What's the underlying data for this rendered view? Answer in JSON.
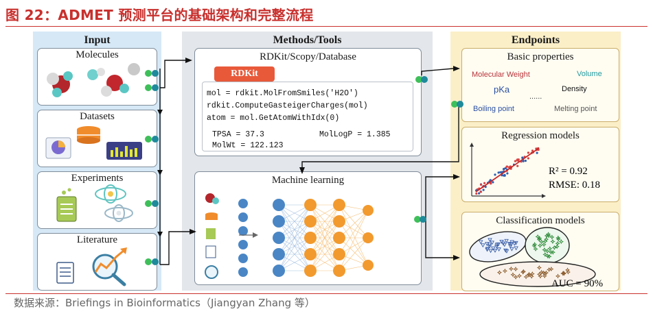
{
  "figure": {
    "title": "图 22：ADMET 预测平台的基础架构和完整流程",
    "source": "数据来源：Briefings in Bioinformatics（Jiangyan Zhang 等）"
  },
  "input": {
    "header": "Input",
    "panels": [
      {
        "label": "Molecules"
      },
      {
        "label": "Datasets"
      },
      {
        "label": "Experiments"
      },
      {
        "label": "Literature"
      }
    ]
  },
  "methods": {
    "header": "Methods/Tools",
    "rdkit_panel": {
      "title": "RDKit/Scopy/Database",
      "badge": "RDKit",
      "code": [
        "mol = rdkit.MolFromSmiles('H2O')",
        "rdkit.ComputeGasteigerCharges(mol)",
        "atom = mol.GetAtomWithIdx(0)"
      ],
      "metrics": {
        "tpsa": "TPSA = 37.3",
        "mollogp": "MolLogP = 1.385",
        "molwt": "MolWt = 122.123"
      }
    },
    "ml_panel": {
      "title": "Machine learning"
    }
  },
  "endpoints": {
    "header": "Endpoints",
    "basic": {
      "title": "Basic properties",
      "items": [
        "Molecular Weight",
        "Volume",
        "pKa",
        "Density",
        "......",
        "Boiling point",
        "Melting point"
      ]
    },
    "regression": {
      "title": "Regression models",
      "r2": "R² = 0.92",
      "rmse": "RMSE: 0.18"
    },
    "classification": {
      "title": "Classification models",
      "auc": "AUC = 90%"
    }
  },
  "colors": {
    "title_red": "#c8302d",
    "input_bg": "#d6e8f6",
    "methods_bg": "#e3e6ea",
    "endpoints_bg": "#fbefc8",
    "connector_green": "#3fbf5a",
    "connector_teal": "#1e8a9a",
    "ml_blue": "#4a86c5",
    "ml_orange": "#f29a2e",
    "rdkit_badge": "#e8593a"
  }
}
